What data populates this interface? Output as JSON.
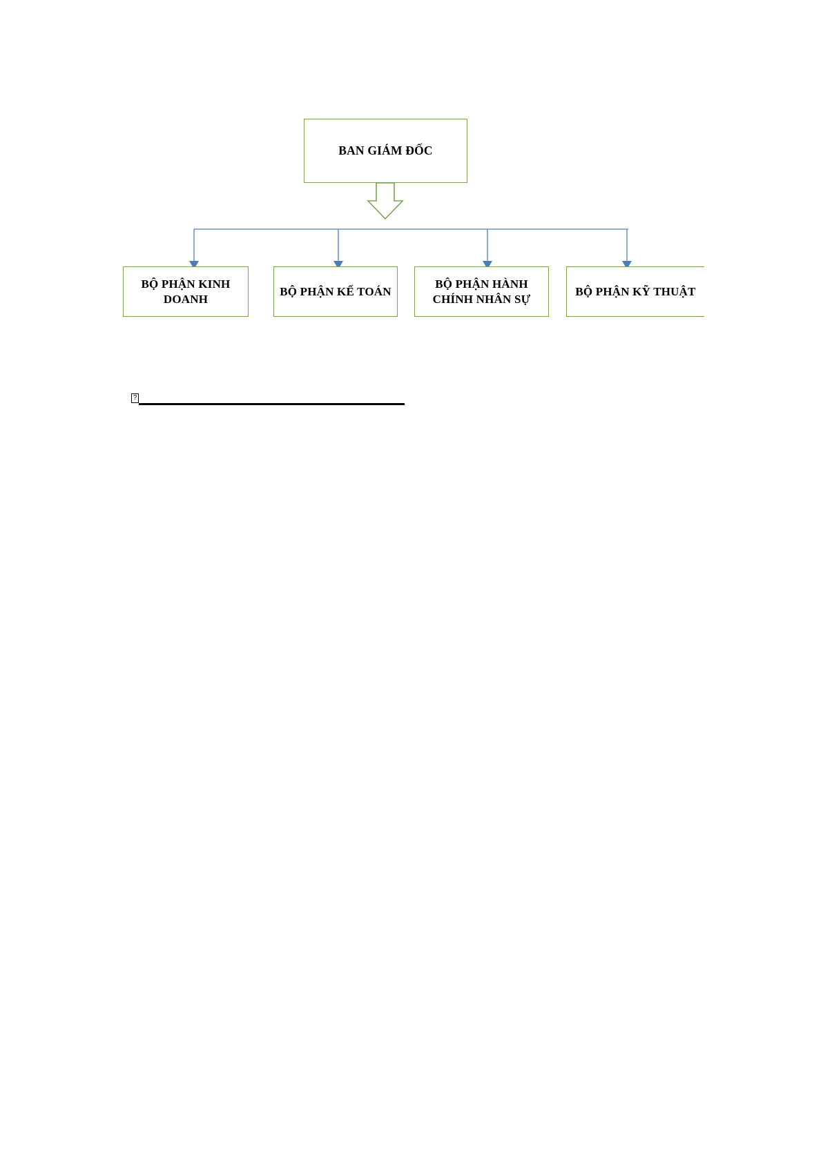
{
  "document": {
    "title": "Sơ đồ tổ chức",
    "background_color": "#ffffff"
  },
  "chart_data": {
    "type": "diagram",
    "diagram_kind": "organizational-chart",
    "orientation": "top-down",
    "box_border_color": "#7aa453",
    "connector_color": "#4a7ebb",
    "arrow_color": "#7aa453",
    "root": {
      "id": "root",
      "label": "BAN GIÁM ĐỐC"
    },
    "children": [
      {
        "id": "leaf-0",
        "label": "BỘ PHẬN KINH DOANH"
      },
      {
        "id": "leaf-1",
        "label": "BỘ PHẬN KẾ TOÁN"
      },
      {
        "id": "leaf-2",
        "label": "BỘ PHẬN HÀNH CHÍNH NHÂN SỰ"
      },
      {
        "id": "leaf-3",
        "label": "BỘ PHẬN KỸ THUẬT"
      }
    ],
    "edges": [
      {
        "from": "root",
        "to": "leaf-0"
      },
      {
        "from": "root",
        "to": "leaf-1"
      },
      {
        "from": "root",
        "to": "leaf-2"
      },
      {
        "from": "root",
        "to": "leaf-3"
      }
    ],
    "notes": "Green block down-arrow below root box; blue bus line with four down arrowheads into each department box. Rightmost box is clipped by the page edge."
  },
  "footer": {
    "placeholder_glyph": "?",
    "rule": ""
  }
}
